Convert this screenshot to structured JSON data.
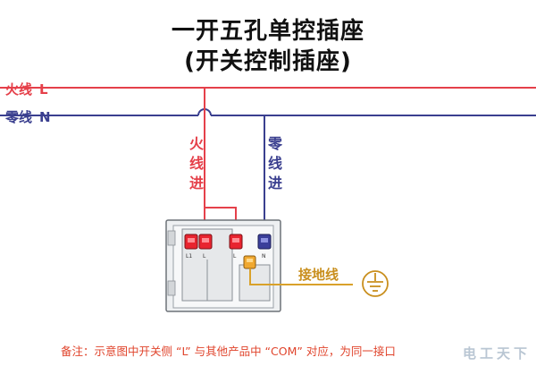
{
  "title": {
    "line1": "一开五孔单控插座",
    "line2": "(开关控制插座)"
  },
  "wires": {
    "live": {
      "name": "火线",
      "letter": "L",
      "color": "#e5404a"
    },
    "neutral": {
      "name": "零线",
      "letter": "N",
      "color": "#3a3f8f"
    },
    "ground_color": "#d9a12a"
  },
  "labels": {
    "live_in": [
      "火",
      "线",
      "进"
    ],
    "neutral_in": [
      "零",
      "线",
      "进"
    ],
    "ground": "接地线"
  },
  "terminals": {
    "l1": "L1",
    "l": "L",
    "l2": "L",
    "n": "N"
  },
  "note": "备注：示意图中开关侧 “L” 与其他产品中 “COM” 对应，为同一接口",
  "watermark": "电工天下"
}
